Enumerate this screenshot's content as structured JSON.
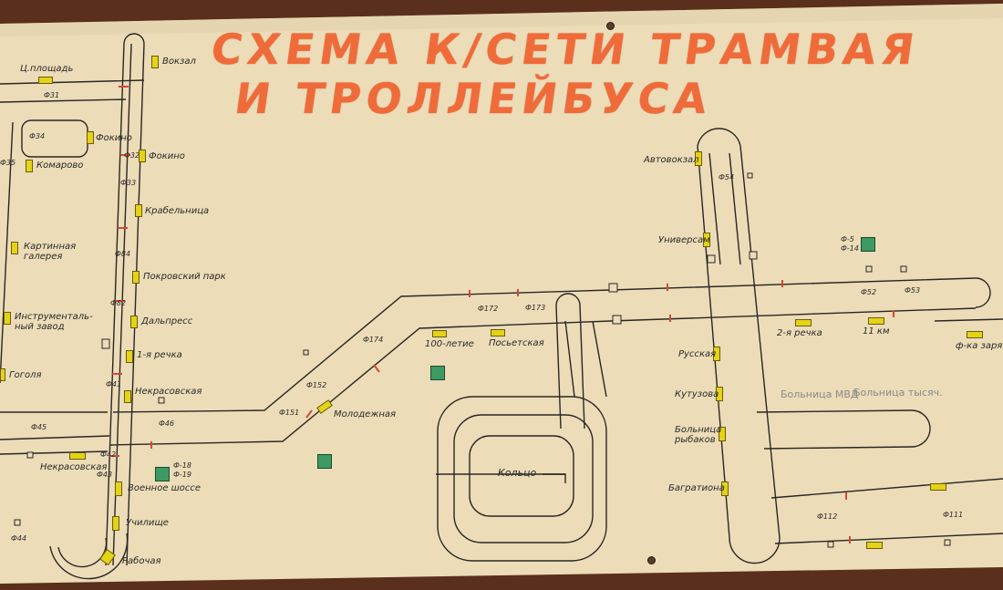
{
  "title": {
    "line1": "СХЕМА К/СЕТИ ТРАМВАЯ",
    "line2": "И ТРОЛЛЕЙБУСА"
  },
  "colors": {
    "paper": "#ecdcb8",
    "line": "#2a2624",
    "title": "#f06b3a",
    "stop": "#e4d316",
    "substation": "#3c9a62",
    "frame": "#5a2f1c"
  },
  "stops": {
    "c_ploshchad": "Ц.площадь",
    "vokzal": "Вокзал",
    "fokino_left": "Фокино",
    "fokino_right": "Фокино",
    "komarovo": "Комарово",
    "krabelnitsa": "Крабельница",
    "kartinnaya": "Картинная галерея",
    "pokrovsky": "Покровский парк",
    "instrument": "Инструменталь-ный завод",
    "dalpress": "Дальпресс",
    "rechka_1": "1-я речка",
    "gogolya": "Гоголя",
    "nekrasovskaya_top": "Некрасовская",
    "nekrasovskaya_bottom": "Некрасовская",
    "voennoe": "Военное шоссе",
    "uchilishche": "Училище",
    "rabochaya": "Рабочая",
    "molodezhnaya": "Молодежная",
    "letie_100": "100-летие",
    "posyet": "Посьетская",
    "avtovokzal": "Автовокзал",
    "universam": "Универсам",
    "russkaya": "Русская",
    "kutuzova": "Кутузова",
    "bolnitsa_rybakov": "Больница рыбаков",
    "bagrationa": "Багратиона",
    "rechka_2": "2-я речка",
    "km_11": "11 км",
    "f_ka_zarya": "ф-ка заря",
    "bolnitsa_mvd": "Больница МВД",
    "bolnitsa_1000": "Больница тысяч.",
    "kolts": "Кольцо"
  },
  "feeders": {
    "f31": "Ф31",
    "f34": "Ф34",
    "f35": "Ф35",
    "f32": "Ф32",
    "f33": "Ф33",
    "f84": "Ф84",
    "f82": "Ф82",
    "f41": "Ф41",
    "f45": "Ф45",
    "f46": "Ф46",
    "f42": "Ф42",
    "f43": "Ф43",
    "f44": "Ф44",
    "f151": "Ф151",
    "f152": "Ф152",
    "f174": "Ф174",
    "f172": "Ф172",
    "f173": "Ф173",
    "f54": "Ф54",
    "f52": "Ф52",
    "f53": "Ф53",
    "f112": "Ф112",
    "f111": "Ф111",
    "f_a": "Ф-18",
    "f_b": "Ф-19",
    "f_c": "Ф-5",
    "f_d": "Ф-14"
  }
}
